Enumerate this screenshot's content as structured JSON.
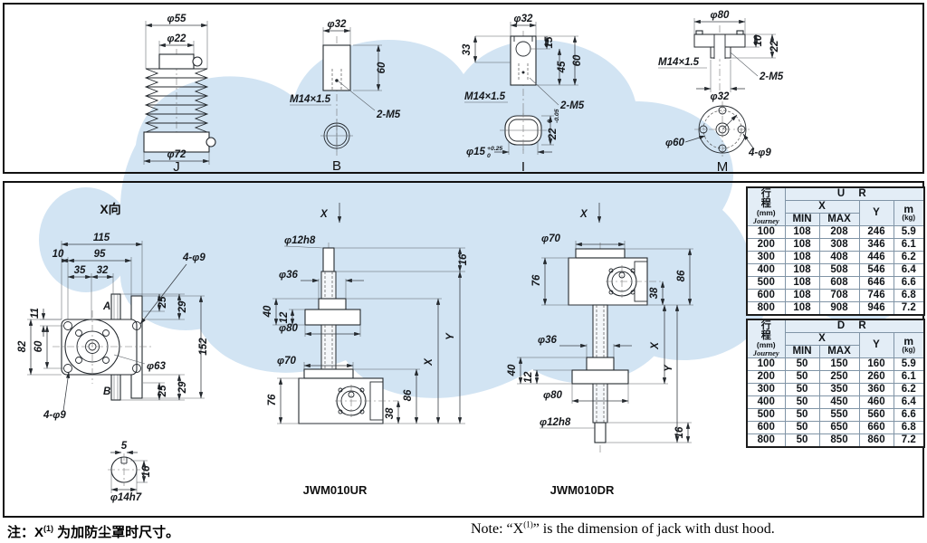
{
  "top": {
    "j": {
      "label": "J",
      "d55": "φ55",
      "d22": "φ22",
      "d72": "φ72"
    },
    "b": {
      "label": "B",
      "d32": "φ32",
      "h60": "60",
      "thread": "M14×1.5",
      "tap": "2-M5"
    },
    "i": {
      "label": "I",
      "d32": "φ32",
      "v15": "15",
      "v33": "33",
      "v45": "45",
      "v60": "60",
      "thread": "M14×1.5",
      "tap": "2-M5",
      "d15": "φ15",
      "d15sup": "+0.25",
      "d15sub": "0",
      "w22": "22",
      "w22sup": "0",
      "w22sub": "-0.05"
    },
    "m": {
      "label": "M",
      "d80": "φ80",
      "v10": "10",
      "v22": "22",
      "thread": "M14×1.5",
      "tap": "2-M5",
      "d32": "φ32",
      "d60": "φ60",
      "holes": "4-φ9"
    }
  },
  "xview": {
    "title": "X向",
    "d115": "115",
    "d10": "10",
    "d95": "95",
    "d35": "35",
    "d32": "32",
    "holes1": "4-φ9",
    "holes2": "4-φ9",
    "d11": "11",
    "d82": "82",
    "d60": "60",
    "t25": "25",
    "t29": "29",
    "b25": "25",
    "b29": "29",
    "d152": "152",
    "d63": "φ63",
    "a": "A",
    "b": "B",
    "s5": "5",
    "s16": "16",
    "s14": "φ14h7"
  },
  "ur": {
    "model": "JWM010UR",
    "x": "X",
    "d12": "φ12h8",
    "v16": "16",
    "d36": "φ36",
    "v40": "40",
    "v12": "12",
    "d80": "φ80",
    "d70": "φ70",
    "v76": "76",
    "v86": "86",
    "v38": "38",
    "vx": "X",
    "vy": "Y"
  },
  "dr": {
    "model": "JWM010DR",
    "x": "X",
    "d70": "φ70",
    "v76": "76",
    "v86": "86",
    "v38": "38",
    "d36": "φ36",
    "v40": "40",
    "v12": "12",
    "d80": "φ80",
    "d12": "φ12h8",
    "v16": "16",
    "vx": "X",
    "vy": "Y"
  },
  "tables": [
    {
      "title": "U R",
      "cn1": "行",
      "cn2": "程",
      "unit": "(mm)",
      "en": "Journey",
      "x": "X",
      "min": "MIN",
      "max": "MAX",
      "y": "Y",
      "m": "m",
      "mu": "(kg)",
      "rows": [
        [
          "100",
          "108",
          "208",
          "246",
          "5.9"
        ],
        [
          "200",
          "108",
          "308",
          "346",
          "6.1"
        ],
        [
          "300",
          "108",
          "408",
          "446",
          "6.2"
        ],
        [
          "400",
          "108",
          "508",
          "546",
          "6.4"
        ],
        [
          "500",
          "108",
          "608",
          "646",
          "6.6"
        ],
        [
          "600",
          "108",
          "708",
          "746",
          "6.8"
        ],
        [
          "800",
          "108",
          "908",
          "946",
          "7.2"
        ]
      ]
    },
    {
      "title": "D R",
      "cn1": "行",
      "cn2": "程",
      "unit": "(mm)",
      "en": "Journey",
      "x": "X",
      "min": "MIN",
      "max": "MAX",
      "y": "Y",
      "m": "m",
      "mu": "(kg)",
      "rows": [
        [
          "100",
          "50",
          "150",
          "160",
          "5.9"
        ],
        [
          "200",
          "50",
          "250",
          "260",
          "6.1"
        ],
        [
          "300",
          "50",
          "350",
          "360",
          "6.2"
        ],
        [
          "400",
          "50",
          "450",
          "460",
          "6.4"
        ],
        [
          "500",
          "50",
          "550",
          "560",
          "6.6"
        ],
        [
          "600",
          "50",
          "650",
          "660",
          "6.8"
        ],
        [
          "800",
          "50",
          "850",
          "860",
          "7.2"
        ]
      ]
    }
  ],
  "note": {
    "cn_pre": "注：X",
    "cn_sup": "(1)",
    "cn_post": " 为加防尘罩时尺寸。",
    "en_pre": "Note: “X",
    "en_sup": "(1)",
    "en_post": "” is the dimension of jack with dust hood."
  },
  "colors": {
    "watermark": "#d2e4f3",
    "line": "#24292e"
  }
}
